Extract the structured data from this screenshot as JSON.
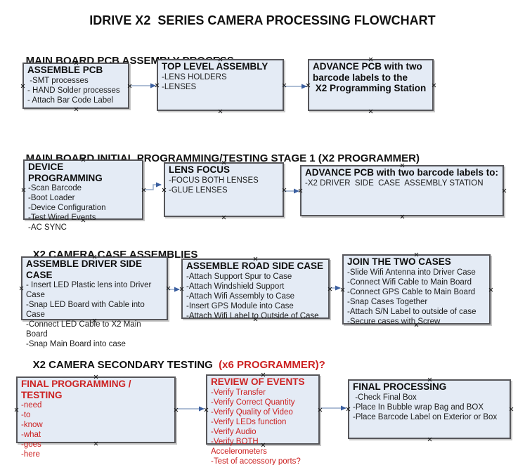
{
  "title": "IDRIVE X2  SERIES CAMERA PROCESSING FLOWCHART",
  "colors": {
    "box_fill": "#e4ebf5",
    "box_border": "#56565a",
    "arrow_line": "#93a9c7",
    "arrow_head": "#3b5fa0",
    "red": "#cc2222"
  },
  "sections": [
    {
      "heading": "MAIN BOARD PCB ASSEMBLY PROCESS",
      "boxes": [
        {
          "title": "ASSEMBLE PCB",
          "lines": [
            " -SMT processes",
            "- HAND Solder processes",
            "- Attach Bar Code Label"
          ]
        },
        {
          "title": "TOP LEVEL ASSEMBLY",
          "lines": [
            "-LENS HOLDERS",
            "-LENSES"
          ]
        },
        {
          "title": "ADVANCE PCB with two\nbarcode labels to the\n X2 Programming Station",
          "lines": []
        }
      ]
    },
    {
      "heading": "MAIN BOARD INITIAL PROGRAMMING/TESTING STAGE 1 (X2 PROGRAMMER)",
      "boxes": [
        {
          "title": "DEVICE PROGRAMMING",
          "lines": [
            "-Scan Barcode",
            "-Boot Loader",
            "-Device Configuration",
            "-Test Wired Events",
            "-AC SYNC"
          ]
        },
        {
          "title": "LENS FOCUS",
          "lines": [
            "-FOCUS BOTH LENSES",
            "-GLUE LENSES"
          ]
        },
        {
          "title": "ADVANCE PCB with two barcode labels to:",
          "lines": [
            "-X2 DRIVER  SIDE  CASE  ASSEMBLY STATION"
          ]
        }
      ]
    },
    {
      "heading": "X2 CAMERA CASE ASSEMBLIES",
      "boxes": [
        {
          "title": "ASSEMBLE DRIVER SIDE CASE",
          "lines": [
            "- Insert LED Plastic lens into Driver Case",
            "-Snap LED Board with Cable into Case",
            "-Connect LED Cable to X2 Main Board",
            "-Snap Main Board into case"
          ]
        },
        {
          "title": "ASSEMBLE ROAD SIDE CASE",
          "lines": [
            "-Attach Support Spur to Case",
            "-Attach Windshield Support",
            "-Attach Wifi Assembly to Case",
            "-Insert GPS Module into Case",
            "-Attach Wifi Label to Outside of Case"
          ]
        },
        {
          "title": "JOIN THE TWO CASES",
          "lines": [
            "-Slide Wifi Antenna into Driver Case",
            "-Connect Wifi Cable to Main Board",
            "-Connect GPS Cable to Main Board",
            "-Snap Cases Together",
            "-Attach S/N Label to outside of case",
            "-Secure cases with Screw"
          ]
        }
      ]
    },
    {
      "heading": "X2 CAMERA SECONDARY TESTING",
      "heading_suffix": "  (x6 PROGRAMMER)?",
      "boxes": [
        {
          "title": "FINAL PROGRAMMING / TESTING",
          "lines": [
            "-need",
            "-to",
            "-know",
            "-what",
            "-goes",
            "-here"
          ]
        },
        {
          "title": "REVIEW OF EVENTS",
          "lines": [
            "-Verify Transfer",
            "-Verify Correct Quantity",
            "-Verify Quality of Video",
            "-Verify LEDs function",
            "-Verify Audio",
            "-Verify BOTH Accelerometers",
            "-Test of accessory ports?"
          ]
        },
        {
          "title": "FINAL PROCESSING",
          "lines": [
            " -Check Final Box",
            "-Place In Bubble wrap Bag and BOX",
            "-Place Barcode Label on Exterior or Box"
          ]
        }
      ]
    }
  ]
}
